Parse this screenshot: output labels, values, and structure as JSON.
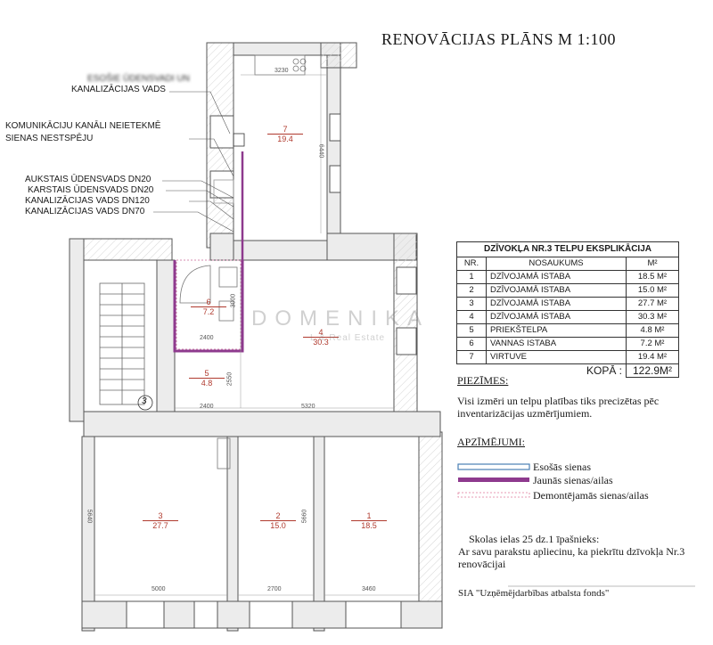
{
  "title": "RENOVĀCIJAS  PLĀNS M 1:100",
  "callouts": {
    "existing_pipes": [
      "ESOŠIE ŪDENSVADI UN",
      "KANALIZĀCIJAS VADS"
    ],
    "channels": [
      "KOMUNIKĀCIJU KANĀLI NEIETEKMĒ",
      "SIENAS NESTSPĒJU"
    ],
    "pipes": [
      "AUKSTAIS ŪDENSVADS DN20",
      "KARSTAIS ŪDENSVADS DN20",
      "KANALIZĀCIJAS VADS DN120",
      "KANALIZĀCIJAS VADS DN70"
    ]
  },
  "explication": {
    "caption": "DZĪVOKĻA NR.3 TELPU EKSPLIKĀCIJA",
    "headers": [
      "NR.",
      "NOSAUKUMS",
      "M²"
    ],
    "rows": [
      {
        "nr": "1",
        "name": "DZĪVOJAMĀ ISTABA",
        "area": "18.5 M²"
      },
      {
        "nr": "2",
        "name": "DZĪVOJAMĀ ISTABA",
        "area": "15.0 M²"
      },
      {
        "nr": "3",
        "name": "DZĪVOJAMĀ ISTABA",
        "area": "27.7 M²"
      },
      {
        "nr": "4",
        "name": "DZĪVOJAMĀ ISTABA",
        "area": "30.3 M²"
      },
      {
        "nr": "5",
        "name": "PRIEKŠTELPA",
        "area": "4.8 M²"
      },
      {
        "nr": "6",
        "name": "VANNAS ISTABA",
        "area": "7.2 M²"
      },
      {
        "nr": "7",
        "name": "VIRTUVE",
        "area": "19.4 M²"
      }
    ],
    "total_label": "KOPĀ :",
    "total_value": "122.9M²"
  },
  "notes": {
    "heading": "PIEZĪMES:",
    "lines": [
      "Visi izmēri un telpu platības tiks precizētas pēc",
      "inventarizācijas uzmērījumiem."
    ]
  },
  "legend": {
    "heading": "APZĪMĒJUMI:",
    "items": [
      {
        "label": "Esošās sienas",
        "color": "#4a7fb5"
      },
      {
        "label": "Jaunās sienas/ailas",
        "color": "#8e3a8e"
      },
      {
        "label": "Demontējamās sienas/ailas",
        "color": "#e07a9a"
      }
    ]
  },
  "owner": {
    "line1": "Skolas ielas 25 dz.1 īpašnieks:",
    "line2": "Ar savu parakstu apliecinu, ka piekrītu dzīvokļa Nr.3",
    "line3": "renovācijai"
  },
  "company": "SIA \"Uzņēmējdarbības atbalsta fonds\"",
  "watermark": {
    "main": "DOMENIKA",
    "sub": "L  &  Real Estate"
  },
  "rooms": [
    {
      "nr": "1",
      "area": "18.5"
    },
    {
      "nr": "2",
      "area": "15.0"
    },
    {
      "nr": "3",
      "area": "27.7"
    },
    {
      "nr": "4",
      "area": "30.3"
    },
    {
      "nr": "5",
      "area": "4.8"
    },
    {
      "nr": "6",
      "area": "7.2"
    },
    {
      "nr": "7",
      "area": "19.4"
    }
  ],
  "dimensions": [
    "3230",
    "6440",
    "2400",
    "2400",
    "5320",
    "2550",
    "5640",
    "5660",
    "5000",
    "2700",
    "3460",
    "3000"
  ],
  "stair_label": "3",
  "colors": {
    "wall_fill": "#f2f2f2",
    "wall_stroke": "#555555",
    "new_wall": "#8e3a8e",
    "room_label": "#b03a2e"
  }
}
